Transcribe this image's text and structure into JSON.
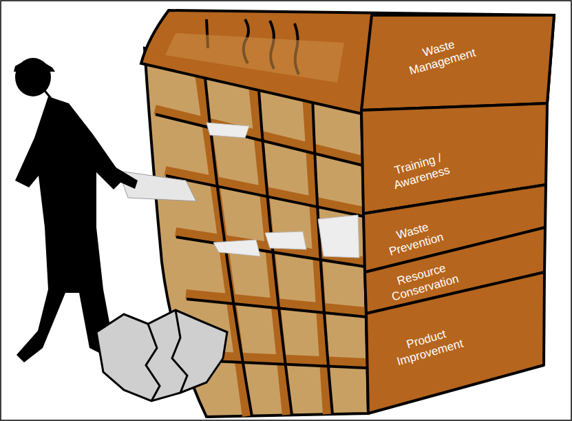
{
  "diagram": {
    "nodes": [
      {
        "text": [
          "Waste Management"
        ]
      },
      {
        "text": [
          "Training / Awareness"
        ]
      },
      {
        "text": [
          "Waste Prevention"
        ]
      },
      {
        "text": [
          "Resource Conservation"
        ]
      },
      {
        "text": [
          "Product Improvement"
        ]
      }
    ]
  }
}
